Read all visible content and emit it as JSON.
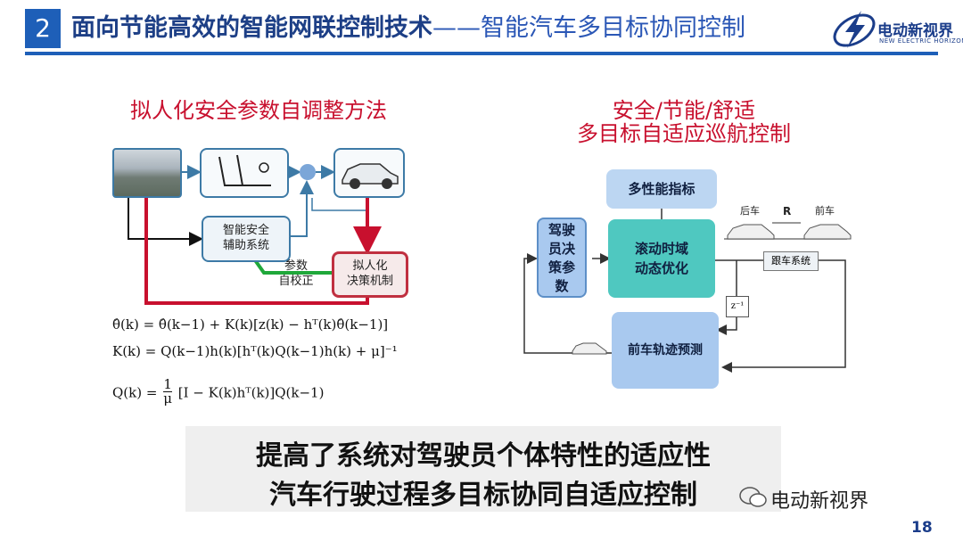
{
  "header": {
    "section_number": "2",
    "title_main": "面向节能高效的智能网联控制技术",
    "title_sub": "——智能汽车多目标协同控制",
    "logo_text": "电动新视界",
    "logo_sub": "NEW ELECTRIC HORIZON"
  },
  "left": {
    "title": "拟人化安全参数自调整方法",
    "assist_label": "智能安全\n辅助系统",
    "param_label": "参数\n自校正",
    "decision_label": "拟人化\n决策机制"
  },
  "equations": {
    "eq1": "θ̂(k) = θ̂(k−1) + K(k)[z(k) − hᵀ(k)θ̂(k−1)]",
    "eq2": "K(k) = Q(k−1)h(k)[hᵀ(k)Q(k−1)h(k) + μ]⁻¹",
    "eq3_lhs": "Q(k) =",
    "eq3_num": "1",
    "eq3_den": "μ",
    "eq3_rhs": "[I − K(k)hᵀ(k)]Q(k−1)"
  },
  "right": {
    "title_line1": "安全/节能/舒适",
    "title_line2": "多目标自适应巡航控制",
    "perf_box": "多性能指标",
    "driver_box": "驾驶\n员决\n策参\n数",
    "opt_box": "滚动时域\n动态优化",
    "pred_box": "前车轨迹预测",
    "follow_system": "跟车系统",
    "rear_car": "后车",
    "front_car": "前车",
    "distance": "R",
    "delay": "z⁻¹"
  },
  "banner": {
    "line1": "提高了系统对驾驶员个体特性的适应性",
    "line2": "汽车行驶过程多目标协同自适应控制"
  },
  "watermark": "电动新视界",
  "page_number": "18"
}
